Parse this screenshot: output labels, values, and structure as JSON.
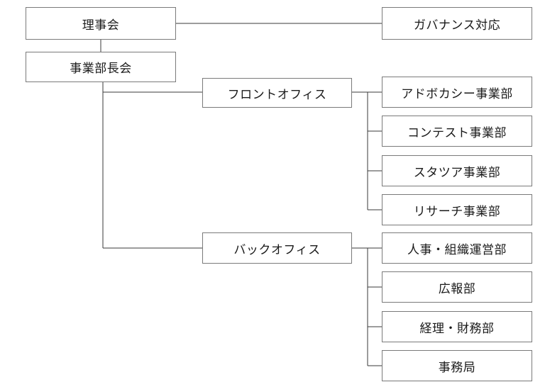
{
  "org_chart": {
    "board": "理事会",
    "governance": "ガバナンス対応",
    "division_heads": "事業部長会",
    "front_office": {
      "label": "フロントオフィス",
      "departments": [
        "アドボカシー事業部",
        "コンテスト事業部",
        "スタツア事業部",
        "リサーチ事業部"
      ]
    },
    "back_office": {
      "label": "バックオフィス",
      "departments": [
        "人事・組織運営部",
        "広報部",
        "経理・財務部",
        "事務局"
      ]
    }
  }
}
